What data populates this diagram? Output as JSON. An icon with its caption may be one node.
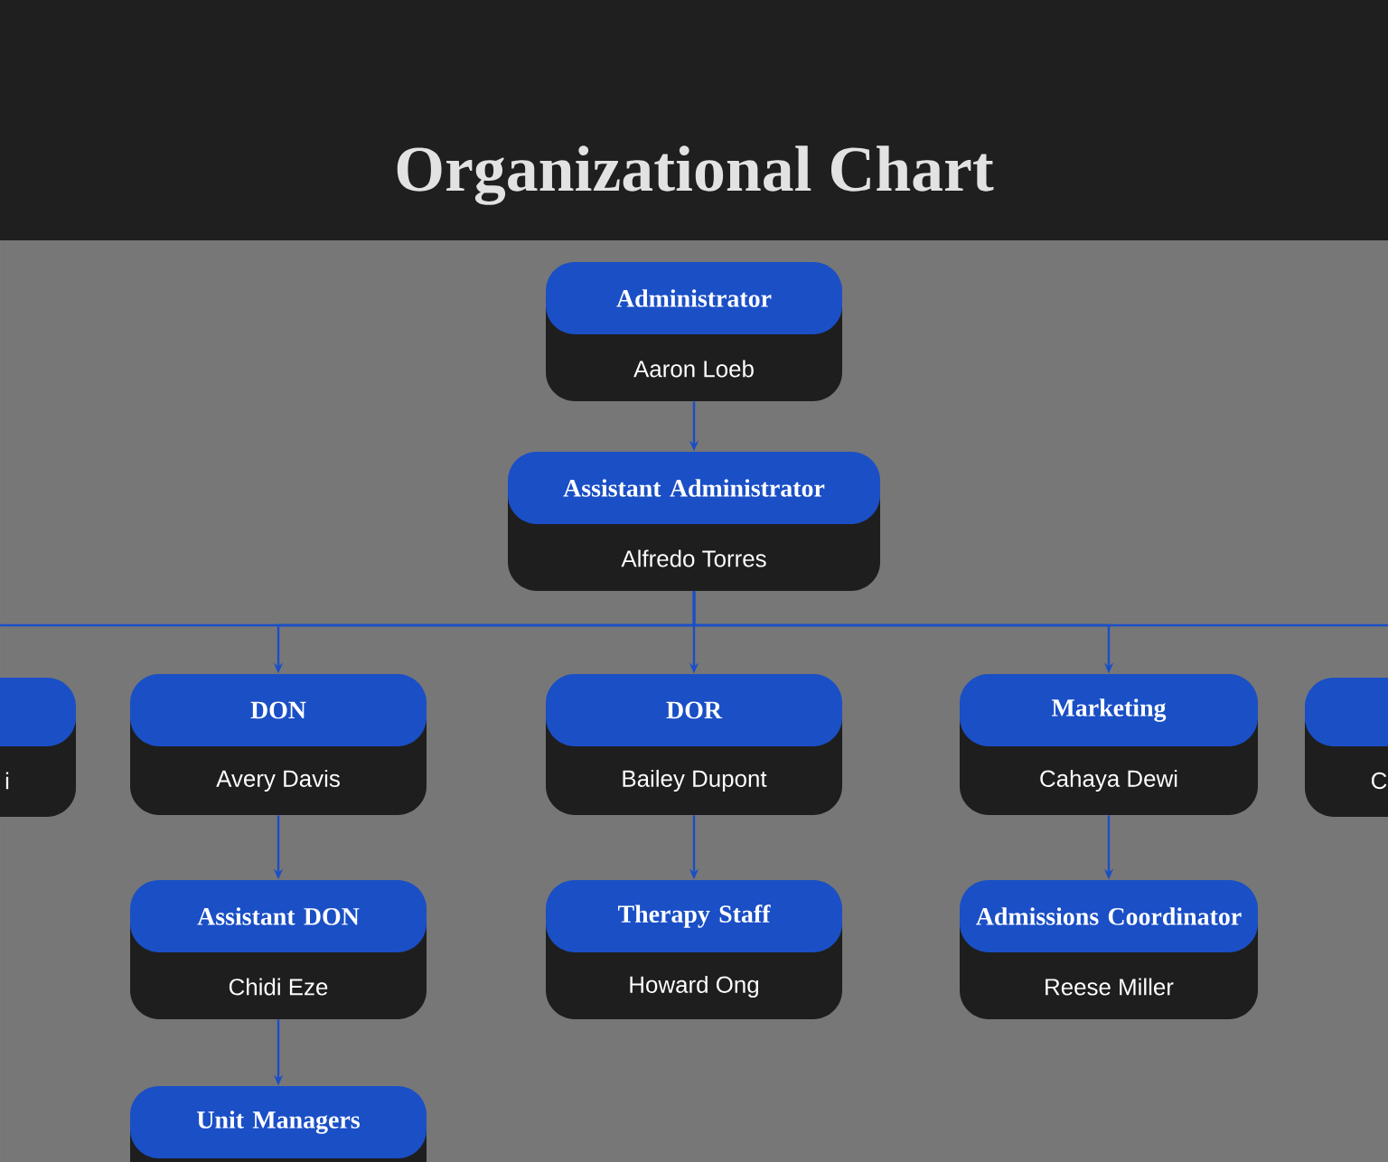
{
  "diagram": {
    "title": "Organizational Chart",
    "nodes": [
      {
        "text": [
          "Administrator",
          "Aaron Loeb"
        ]
      },
      {
        "text": [
          "Assistant Administrator",
          "Alfredo Torres"
        ]
      },
      {
        "text": [
          "i"
        ]
      },
      {
        "text": [
          "DON",
          "Avery Davis"
        ]
      },
      {
        "text": [
          "DOR",
          "Bailey Dupont"
        ]
      },
      {
        "text": [
          "Marketing",
          "Cahaya Dewi"
        ]
      },
      {
        "text": [
          "C"
        ]
      },
      {
        "text": [
          "Assistant DON",
          "Chidi Eze"
        ]
      },
      {
        "text": [
          "Therapy Staff",
          "Howard Ong"
        ]
      },
      {
        "text": [
          "Admissions Coordinator",
          "Reese Miller"
        ]
      },
      {
        "text": [
          "Unit Managers"
        ]
      }
    ],
    "edges": [
      {
        "from": 0,
        "to": 1,
        "arrow": "to"
      },
      {
        "from": 1,
        "to": null,
        "arrow": "none"
      },
      {
        "from": 1,
        "to": 3,
        "arrow": "to"
      },
      {
        "from": 1,
        "to": 4,
        "arrow": "to"
      },
      {
        "from": 1,
        "to": 5,
        "arrow": "to"
      },
      {
        "from": 1,
        "to": null,
        "arrow": "none"
      },
      {
        "from": 3,
        "to": 7,
        "arrow": "to"
      },
      {
        "from": 4,
        "to": 8,
        "arrow": "to"
      },
      {
        "from": 5,
        "to": 9,
        "arrow": "to"
      },
      {
        "from": 7,
        "to": 10,
        "arrow": "to"
      }
    ]
  }
}
